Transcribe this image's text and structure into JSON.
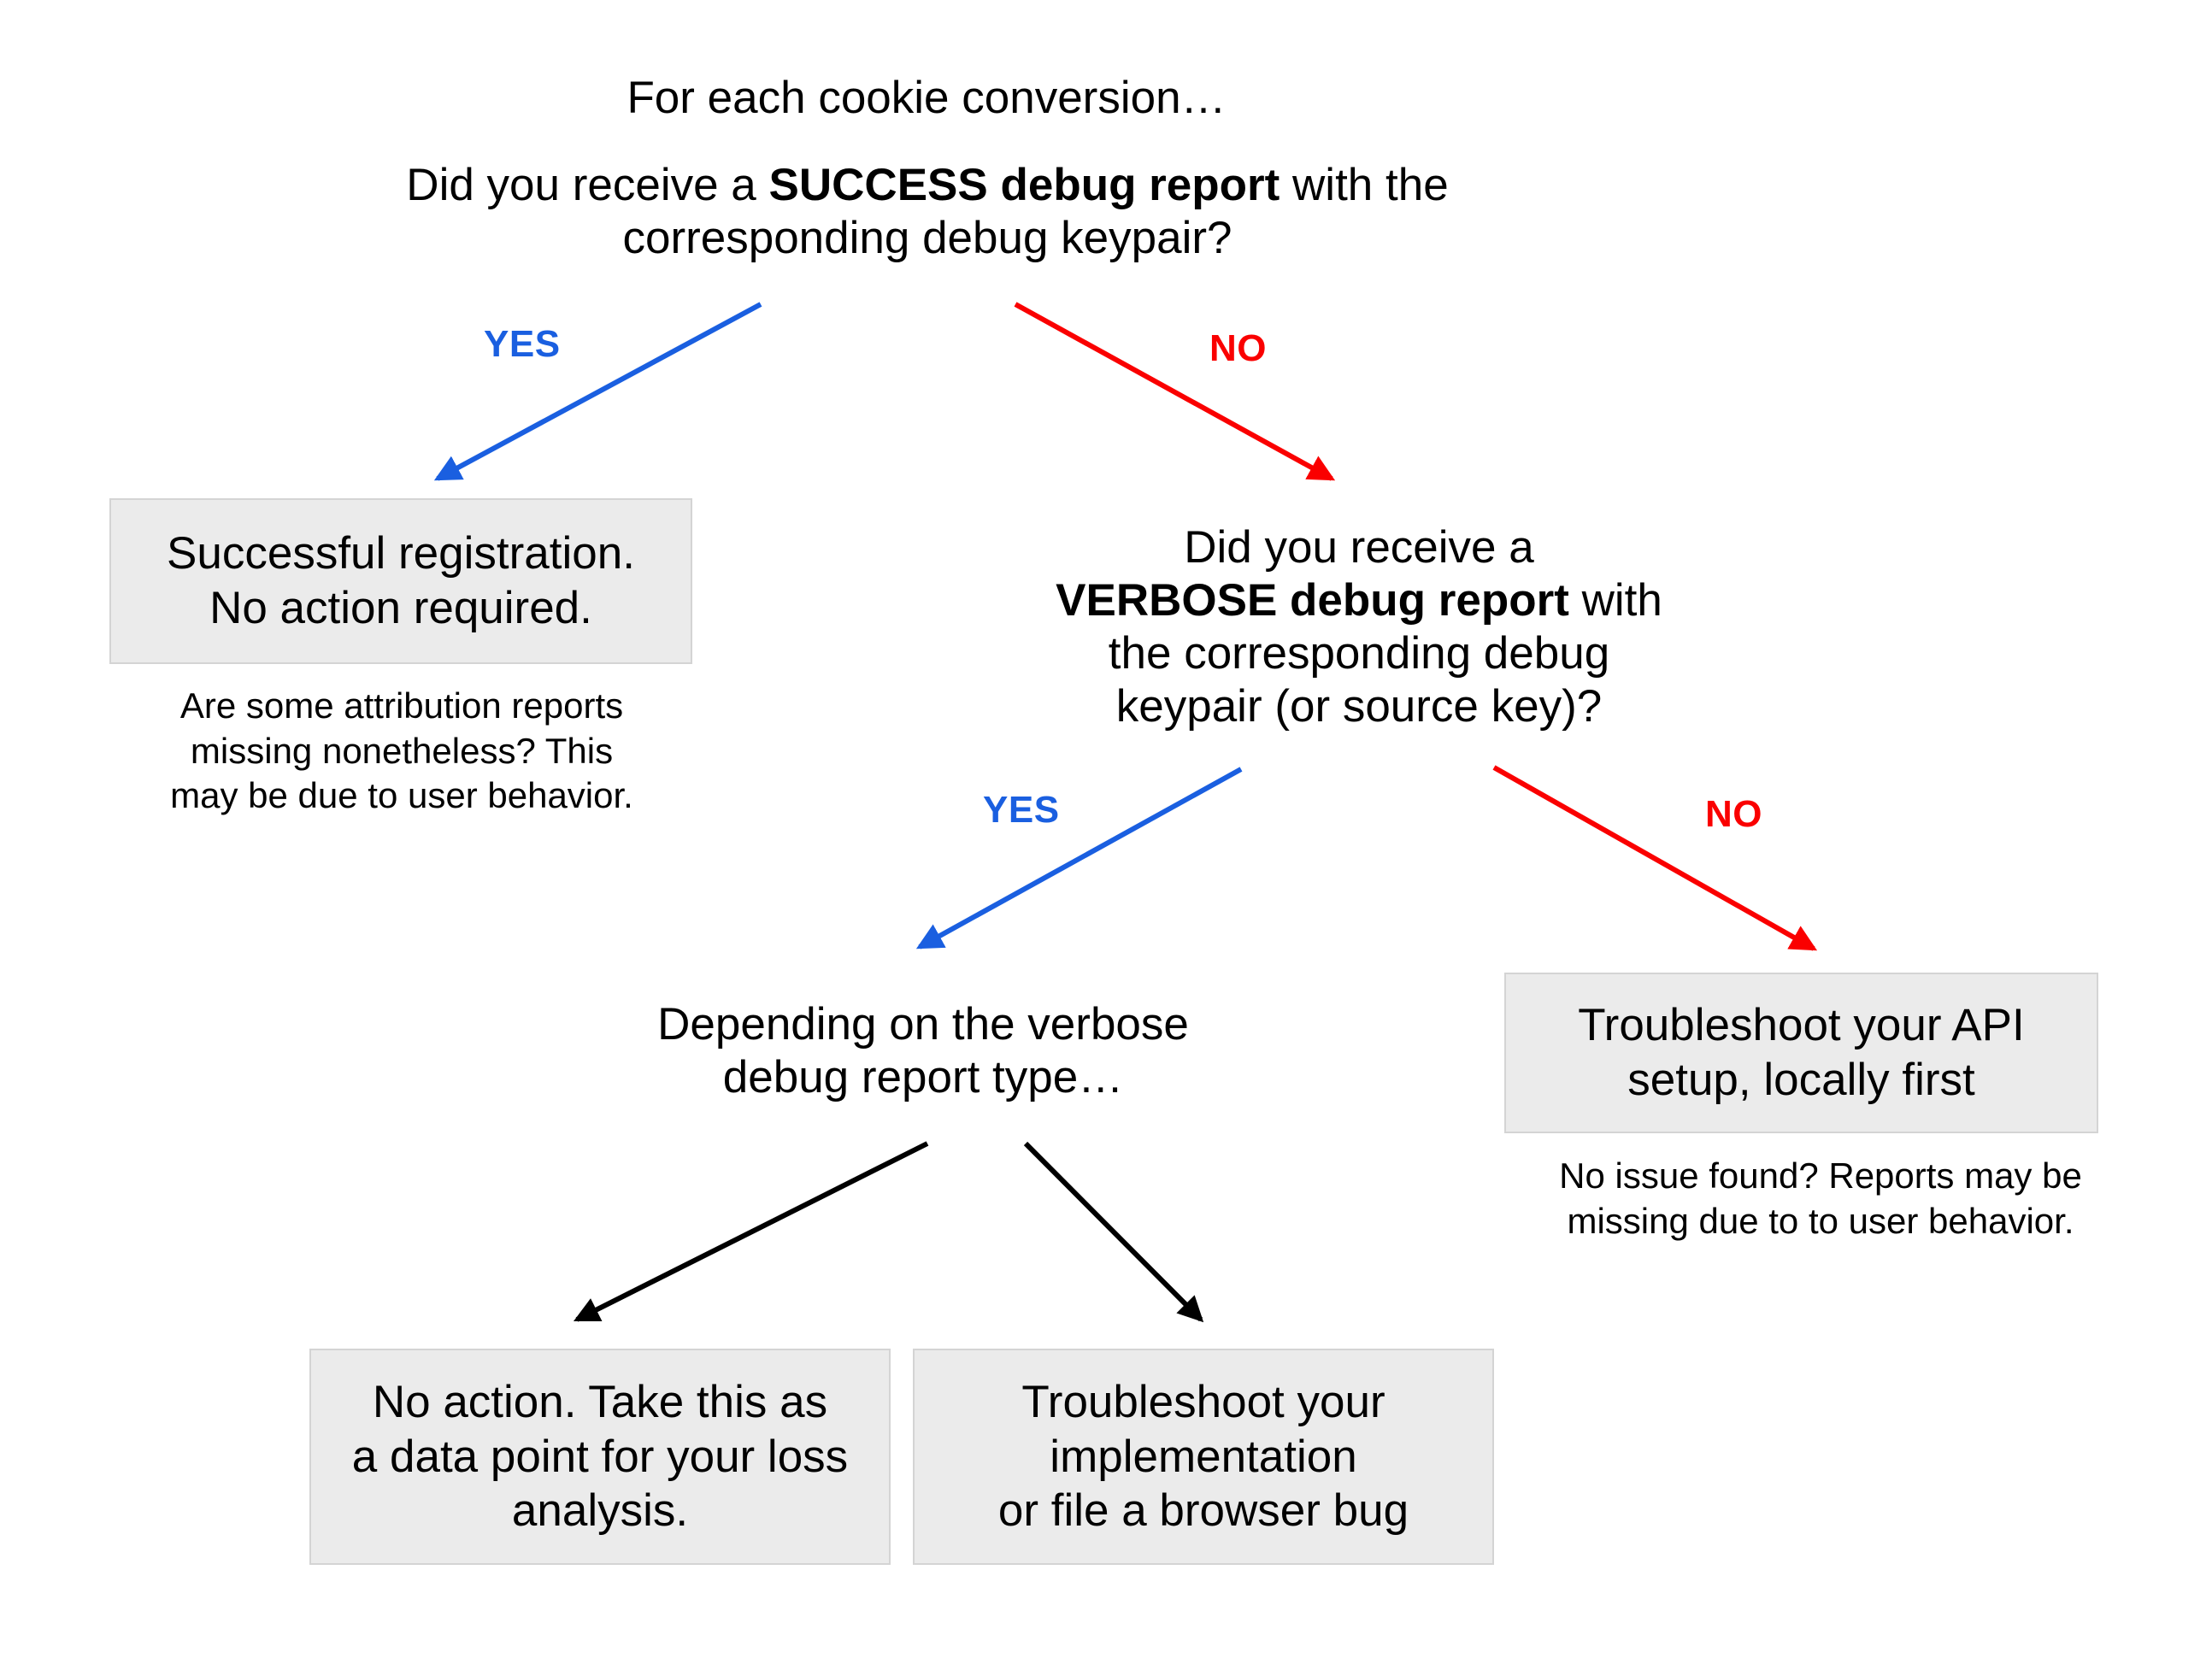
{
  "diagram": {
    "title": "Cookie conversion debug report troubleshooting decision tree",
    "colors": {
      "yes": "#1a5fe0",
      "no": "#fa0000",
      "neutral": "#000000",
      "box_fill": "#ebebeb",
      "box_border": "#d4d4d4",
      "background": "#ffffff"
    }
  },
  "nodes": {
    "intro": {
      "text": "For each cookie conversion…"
    },
    "question_1": {
      "prefix": "Did you receive a ",
      "emphasis": "SUCCESS debug report",
      "suffix": " with the corresponding debug keypair?"
    },
    "box_success": {
      "text": "Successful registration.\nNo action required."
    },
    "caption_success": {
      "text": "Are some attribution reports\nmissing nonetheless? This\nmay be due to user behavior."
    },
    "question_2": {
      "prefix": "Did you receive a\n",
      "emphasis": "VERBOSE debug report",
      "suffix": " with\nthe corresponding debug\nkeypair (or source key)?"
    },
    "verbose_type": {
      "text": "Depending on the verbose\ndebug report type…"
    },
    "box_api": {
      "text": "Troubleshoot your API\nsetup, locally first"
    },
    "caption_api": {
      "text": "No issue found? Reports may be\nmissing due to to user behavior."
    },
    "box_no_action": {
      "text": "No action. Take this as\na data point for your loss\nanalysis."
    },
    "box_troubleshoot": {
      "text": "Troubleshoot your\nimplementation\nor file a browser bug"
    }
  },
  "edges": {
    "yes_1": {
      "label": "YES",
      "color": "#1a5fe0",
      "from": "question_1",
      "to": "box_success"
    },
    "no_1": {
      "label": "NO",
      "color": "#fa0000",
      "from": "question_1",
      "to": "question_2"
    },
    "yes_2": {
      "label": "YES",
      "color": "#1a5fe0",
      "from": "question_2",
      "to": "verbose_type"
    },
    "no_2": {
      "label": "NO",
      "color": "#fa0000",
      "from": "question_2",
      "to": "box_api"
    },
    "branch_left": {
      "label": "",
      "color": "#000000",
      "from": "verbose_type",
      "to": "box_no_action"
    },
    "branch_right": {
      "label": "",
      "color": "#000000",
      "from": "verbose_type",
      "to": "box_troubleshoot"
    }
  }
}
